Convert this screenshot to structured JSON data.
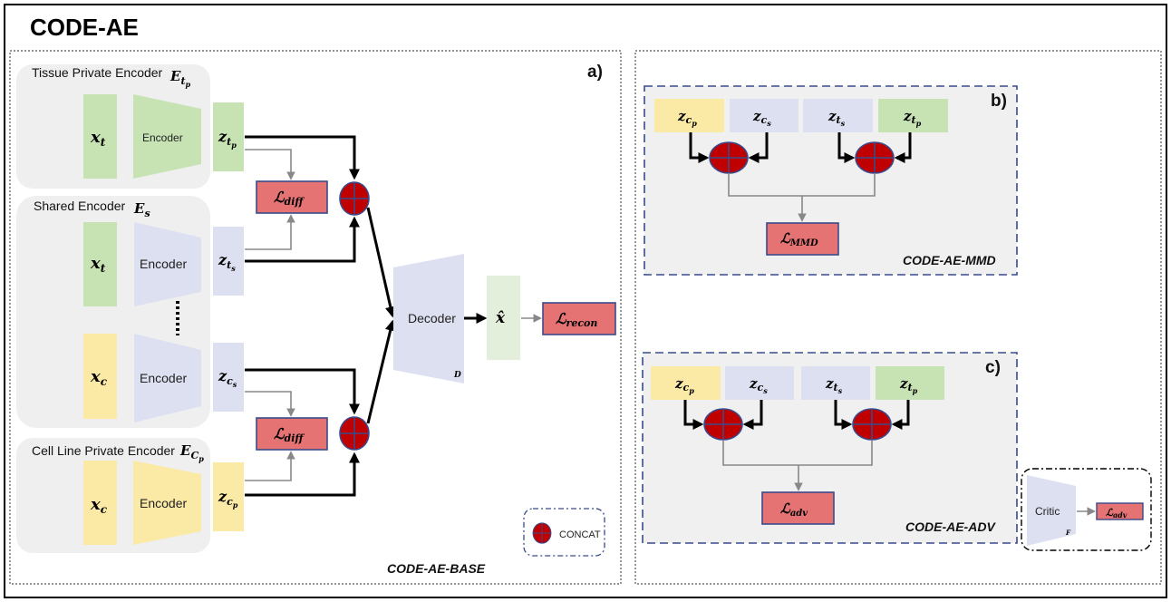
{
  "title": "CODE-AE",
  "panels": {
    "a": {
      "label": "a)",
      "caption": "CODE-AE-BASE",
      "tissue_encoder": {
        "title": "Tissue Private Encoder",
        "symbol_main": "E",
        "symbol_sub": "t",
        "symbol_subsub": "p",
        "input_main": "x",
        "input_sub": "t",
        "encoder_label": "Encoder",
        "latent_main": "z",
        "latent_sub": "t",
        "latent_subsub": "p"
      },
      "shared_encoder": {
        "title": "Shared Encoder",
        "symbol_main": "E",
        "symbol_sub": "s",
        "rows": [
          {
            "input_main": "x",
            "input_sub": "t",
            "encoder_label": "Encoder",
            "latent_main": "z",
            "latent_sub": "t",
            "latent_subsub": "s"
          },
          {
            "input_main": "x",
            "input_sub": "c",
            "encoder_label": "Encoder",
            "latent_main": "z",
            "latent_sub": "c",
            "latent_subsub": "s"
          }
        ]
      },
      "cell_encoder": {
        "title": "Cell Line Private Encoder",
        "symbol_main": "E",
        "symbol_sub": "C",
        "symbol_subsub": "p",
        "input_main": "x",
        "input_sub": "c",
        "encoder_label": "Encoder",
        "latent_main": "z",
        "latent_sub": "c",
        "latent_subsub": "p"
      },
      "loss_diff": {
        "main": "ℒ",
        "sub": "diff"
      },
      "decoder": {
        "label": "Decoder",
        "symbol": "D"
      },
      "output": {
        "main": "x̂"
      },
      "loss_recon": {
        "main": "ℒ",
        "sub": "recon"
      },
      "legend": {
        "label": "CONCAT"
      }
    },
    "b": {
      "label": "b)",
      "caption": "CODE-AE-MMD",
      "latents": [
        {
          "main": "z",
          "sub": "c",
          "subsub": "p",
          "color": "#fbe9a6"
        },
        {
          "main": "z",
          "sub": "c",
          "subsub": "s",
          "color": "#dde0f0"
        },
        {
          "main": "z",
          "sub": "t",
          "subsub": "s",
          "color": "#dde0f0"
        },
        {
          "main": "z",
          "sub": "t",
          "subsub": "p",
          "color": "#c7e3b4"
        }
      ],
      "loss": {
        "main": "ℒ",
        "sub": "MMD"
      }
    },
    "c": {
      "label": "c)",
      "caption": "CODE-AE-ADV",
      "latents": [
        {
          "main": "z",
          "sub": "c",
          "subsub": "p",
          "color": "#fbe9a6"
        },
        {
          "main": "z",
          "sub": "c",
          "subsub": "s",
          "color": "#dde0f0"
        },
        {
          "main": "z",
          "sub": "t",
          "subsub": "s",
          "color": "#dde0f0"
        },
        {
          "main": "z",
          "sub": "t",
          "subsub": "p",
          "color": "#c7e3b4"
        }
      ],
      "loss": {
        "main": "ℒ",
        "sub": "adv"
      },
      "critic": {
        "label": "Critic",
        "symbol": "F",
        "loss_main": "ℒ",
        "loss_sub": "adv"
      }
    }
  },
  "colors": {
    "green": "#c7e3b4",
    "yellow": "#fbe9a6",
    "lavender": "#dde0f0",
    "loss_fill": "#e57373",
    "concat_fill": "#c00000",
    "group_bg": "#efefef"
  }
}
